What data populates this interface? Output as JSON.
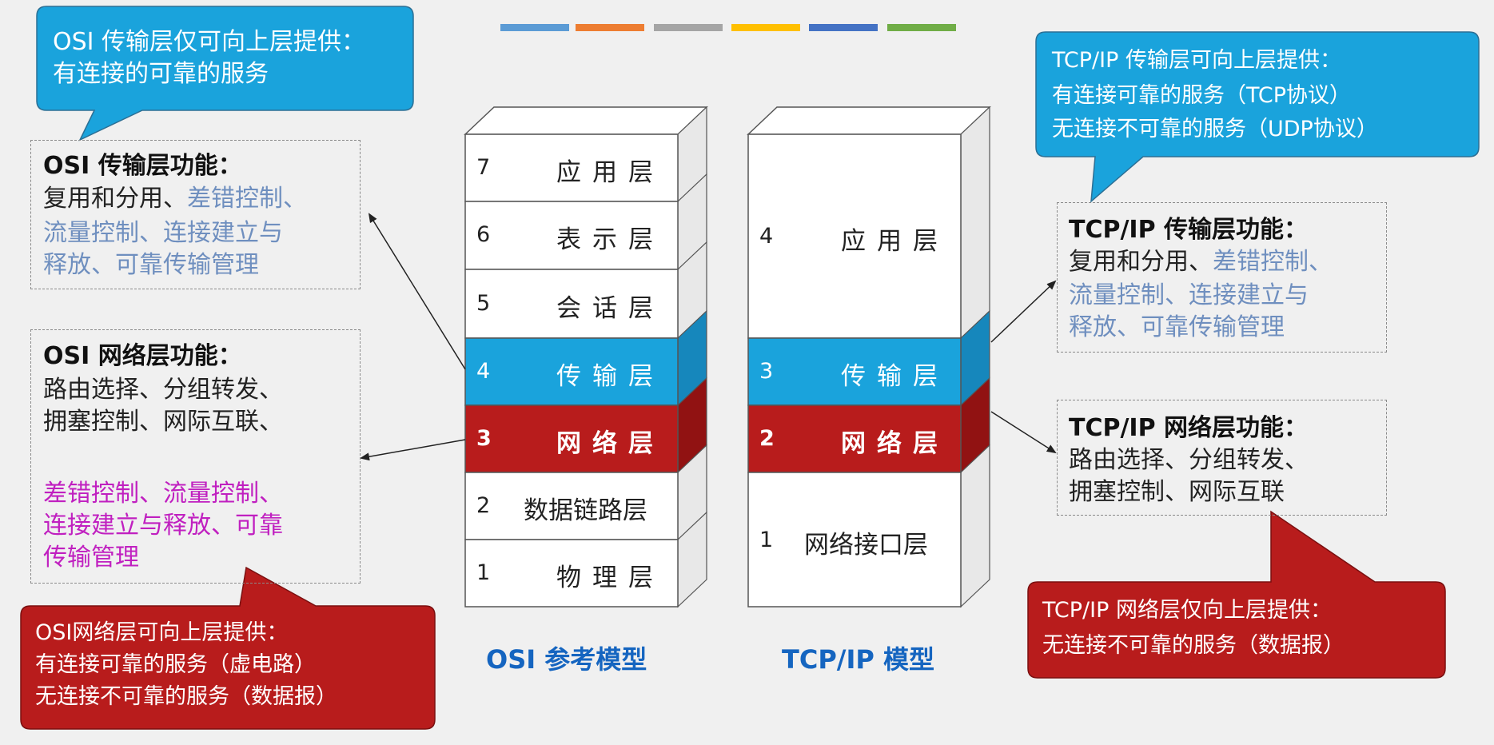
{
  "color_strips": [
    "#5b9bd5",
    "#ed7d31",
    "#a5a5a5",
    "#ffc000",
    "#4472c4",
    "#70ad47"
  ],
  "osi_transport_callout": {
    "lines": [
      "OSI 传输层仅可向上层提供：",
      "有连接的可靠的服务"
    ],
    "color": "#1aa3dc"
  },
  "osi_transport_box": {
    "title": "OSI 传输层功能：",
    "line1_black": "复用和分用、",
    "line1_blue": "差错控制、",
    "line2": "流量控制、连接建立与",
    "line3": "释放、可靠传输管理"
  },
  "osi_network_box": {
    "title": "OSI 网络层功能：",
    "line1": "路由选择、分组转发、",
    "line2": "拥塞控制、网际互联、",
    "line3": "差错控制、流量控制、",
    "line4": "连接建立与释放、可靠",
    "line5": "传输管理"
  },
  "osi_network_callout": {
    "lines": [
      "OSI网络层可向上层提供：",
      "有连接可靠的服务（虚电路）",
      "无连接不可靠的服务（数据报）"
    ],
    "color": "#b81c1c"
  },
  "osi_model": {
    "label": "OSI 参考模型",
    "layers": [
      {
        "num": "7",
        "name": "应用层"
      },
      {
        "num": "6",
        "name": "表示层"
      },
      {
        "num": "5",
        "name": "会话层"
      },
      {
        "num": "4",
        "name": "传输层"
      },
      {
        "num": "3",
        "name": "网络层"
      },
      {
        "num": "2",
        "name": "数据链路层"
      },
      {
        "num": "1",
        "name": "物理层"
      }
    ]
  },
  "tcpip_model": {
    "label": "TCP/IP 模型",
    "layers": [
      {
        "num": "4",
        "name": "应用层"
      },
      {
        "num": "3",
        "name": "传输层"
      },
      {
        "num": "2",
        "name": "网络层"
      },
      {
        "num": "1",
        "name": "网络接口层"
      }
    ]
  },
  "tcpip_transport_callout": {
    "lines": [
      "TCP/IP 传输层可向上层提供：",
      "有连接可靠的服务（TCP协议）",
      "无连接不可靠的服务（UDP协议）"
    ],
    "color": "#1aa3dc"
  },
  "tcpip_transport_box": {
    "title": "TCP/IP 传输层功能：",
    "line1_black": "复用和分用、",
    "line1_blue": "差错控制、",
    "line2": "流量控制、连接建立与",
    "line3": "释放、可靠传输管理"
  },
  "tcpip_network_box": {
    "title": "TCP/IP 网络层功能：",
    "line1": "路由选择、分组转发、",
    "line2": "拥塞控制、网际互联"
  },
  "tcpip_network_callout": {
    "lines": [
      "TCP/IP 网络层仅向上层提供：",
      "无连接不可靠的服务（数据报）"
    ],
    "color": "#b81c1c"
  },
  "colors": {
    "transport": "#1aa3dc",
    "network": "#b81c1c",
    "stack_white": "#ffffff",
    "stack_side": "#d9d9d9"
  }
}
